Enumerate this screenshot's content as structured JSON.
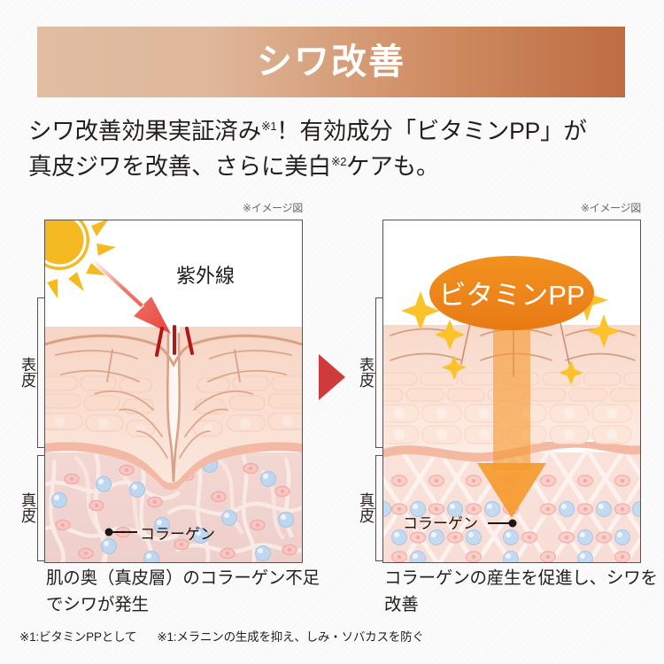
{
  "header": {
    "title": "シワ改善",
    "gradient_from": "#e2bda1",
    "gradient_to": "#be6c43",
    "title_color": "#ffffff"
  },
  "subtitle": {
    "line1_part1": "シワ改善効果実証済み",
    "line1_sup": "※1",
    "line1_part2": "！有効成分「ビタミンPP」が",
    "line2_part1": "真皮ジワを改善、さらに美白",
    "line2_sup": "※2",
    "line2_part2": "ケアも。"
  },
  "panels": {
    "left": {
      "image_note": "※イメージ図",
      "uv_label": "紫外線",
      "collagen_label": "コラーゲン",
      "layer_upper": "表皮",
      "layer_lower": "真皮",
      "caption_line1": "肌の奥（真皮層）のコラーゲン不足",
      "caption_line2": "でシワが発生",
      "sun_color": "#f5b921",
      "uv_arrow_color": "#e8453c"
    },
    "right": {
      "image_note": "※イメージ図",
      "badge_label": "ビタミンPP",
      "collagen_label": "コラーゲン",
      "layer_upper": "表皮",
      "layer_lower": "真皮",
      "caption_line1": "コラーゲンの産生を促進し、シワを",
      "caption_line2": "改善",
      "badge_color": "#ef8b20",
      "arrow_color": "#f59a2e",
      "sparkle_color": "#fcc22a"
    }
  },
  "center_arrow": {
    "color": "#cf3b3b"
  },
  "footnotes": {
    "note1": "※1:ビタミンPPとして",
    "note2": "※1:メラニンの生成を抑え、しみ・ソバカスを防ぐ"
  }
}
